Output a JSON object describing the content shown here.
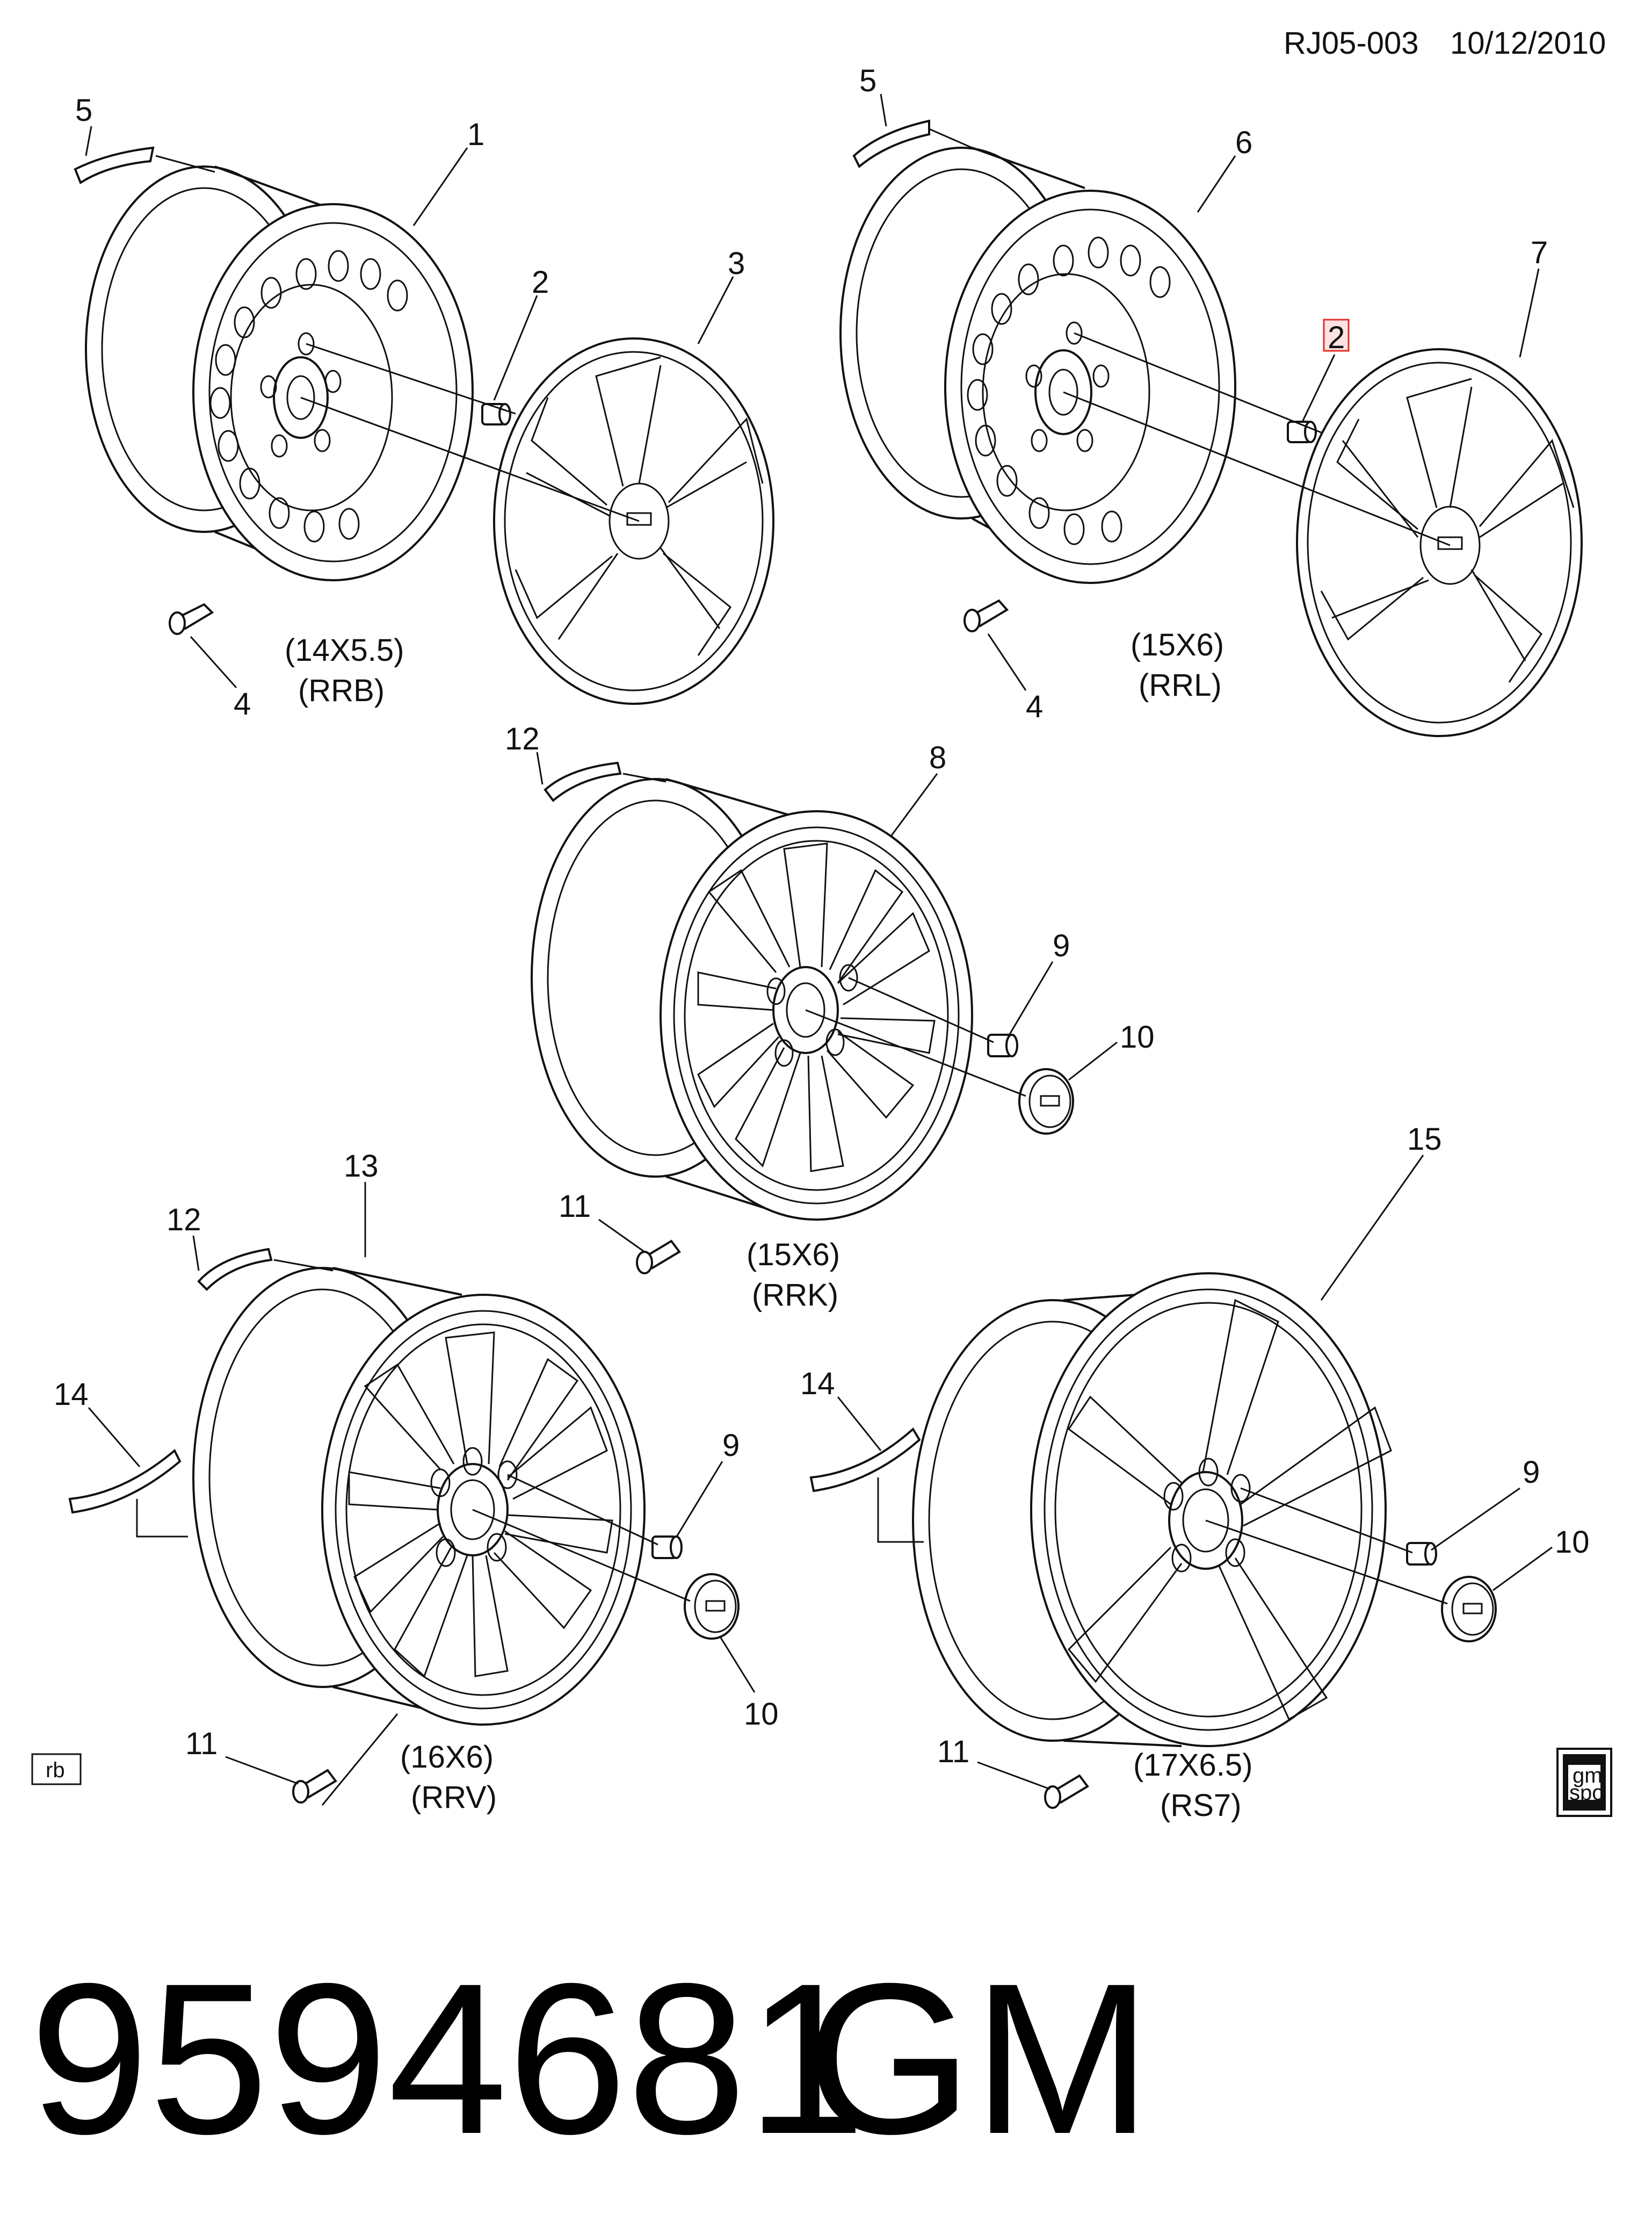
{
  "header": {
    "code": "RJ05-003",
    "date": "10/12/2010"
  },
  "callouts": {
    "c1": "1",
    "c2": "2",
    "c2b": "2",
    "c3": "3",
    "c4a": "4",
    "c4b": "4",
    "c5a": "5",
    "c5b": "5",
    "c6": "6",
    "c7": "7",
    "c8": "8",
    "c9a": "9",
    "c9b": "9",
    "c9c": "9",
    "c10a": "10",
    "c10b": "10",
    "c10c": "10",
    "c11a": "11",
    "c11b": "11",
    "c11c": "11",
    "c12a": "12",
    "c12b": "12",
    "c13": "13",
    "c14a": "14",
    "c14b": "14",
    "c15": "15"
  },
  "specs": {
    "rrb": {
      "size": "(14X5.5)",
      "code": "(RRB)"
    },
    "rrl": {
      "size": "(15X6)",
      "code": "(RRL)"
    },
    "rrk": {
      "size": "(15X6)",
      "code": "(RRK)"
    },
    "rrv": {
      "size": "(16X6)",
      "code": "(RRV)"
    },
    "rs7": {
      "size": "(17X6.5)",
      "code": "(RS7)"
    }
  },
  "footer": {
    "rb_label": "rb",
    "logo_top": "gm",
    "logo_bottom": "spo"
  },
  "part_number": "9594681",
  "brand": "GM",
  "colors": {
    "line": "#111111",
    "highlight_box": "#e0302a",
    "highlight_fill": "#fde2e2"
  }
}
